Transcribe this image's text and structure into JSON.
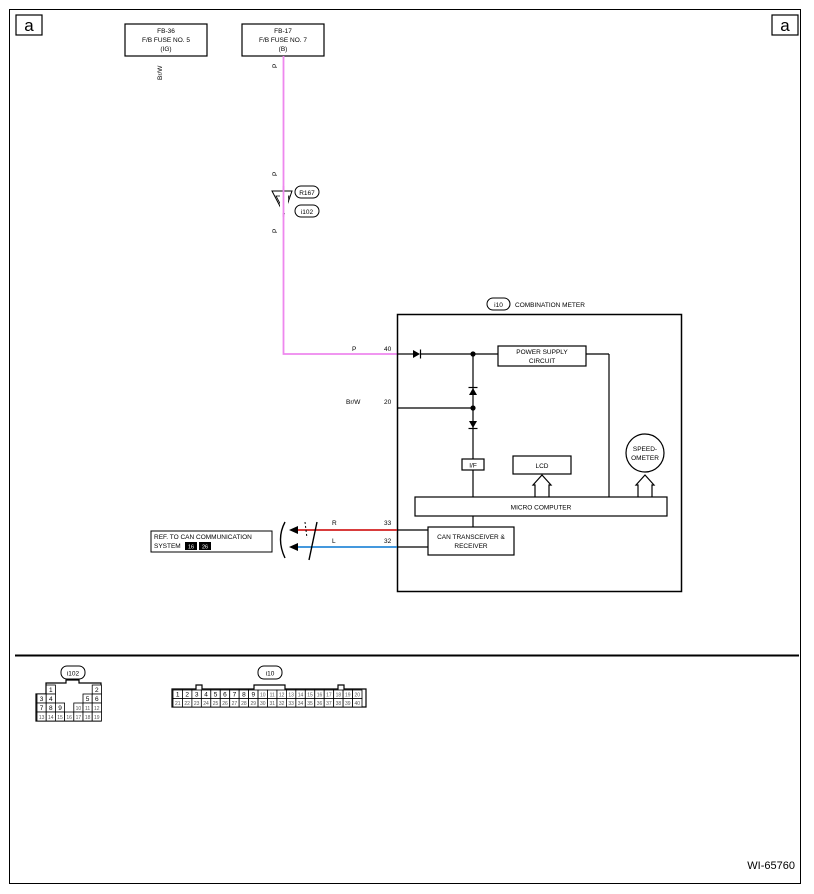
{
  "page_marker": {
    "left": "a",
    "right": "a"
  },
  "fuses": [
    {
      "line1": "FB-36",
      "line2": "F/B FUSE NO. 5",
      "line3": "(IG)"
    },
    {
      "line1": "FB-17",
      "line2": "F/B FUSE NO. 7",
      "line3": "(B)"
    }
  ],
  "wire_labels": {
    "brw_top": "Br/W",
    "p_top": "P",
    "p_mid": "P",
    "p_low": "P",
    "p_pin": "P",
    "brw_pin": "Br/W",
    "r": "R",
    "l": "L"
  },
  "junction_connectors": {
    "a": "R167",
    "b": "i102"
  },
  "module": {
    "connector": "i10",
    "title": "COMBINATION METER",
    "pins": {
      "p40": "40",
      "p20": "20",
      "p33": "33",
      "p32": "32"
    },
    "blocks": {
      "power_supply_1": "POWER SUPPLY",
      "power_supply_2": "CIRCUIT",
      "if": "I/F",
      "lcd": "LCD",
      "speedo_1": "SPEED-",
      "speedo_2": "OMETER",
      "micro": "MICRO COMPUTER",
      "can_1": "CAN TRANSCEIVER &",
      "can_2": "RECEIVER"
    }
  },
  "reference": {
    "line1": "REF. TO CAN COMMUNICATION",
    "line2": "SYSTEM",
    "badge1": "16",
    "badge2": "26"
  },
  "connector_views": {
    "i102": {
      "label": "i102",
      "rows": [
        [
          "1",
          "",
          "",
          "",
          "",
          "2"
        ],
        [
          "3",
          "4",
          "",
          "",
          "5",
          "6"
        ],
        [
          "7",
          "8",
          "9",
          "",
          "10",
          "11",
          "12"
        ],
        [
          "13",
          "14",
          "15",
          "16",
          "17",
          "18",
          "19"
        ]
      ]
    },
    "i10": {
      "label": "i10",
      "row1": [
        "1",
        "2",
        "3",
        "4",
        "5",
        "6",
        "7",
        "8",
        "9",
        "10",
        "11",
        "12",
        "13",
        "14",
        "15",
        "16",
        "17",
        "18",
        "19",
        "20"
      ],
      "row2": [
        "21",
        "22",
        "23",
        "24",
        "25",
        "26",
        "27",
        "28",
        "29",
        "30",
        "31",
        "32",
        "33",
        "34",
        "35",
        "36",
        "37",
        "38",
        "39",
        "40"
      ]
    }
  },
  "figure_id": "WI-65760",
  "colors": {
    "pink_wire": "#ee88ee",
    "red_wire": "#d32020",
    "blue_wire": "#2a8ad8",
    "line": "#000000"
  }
}
